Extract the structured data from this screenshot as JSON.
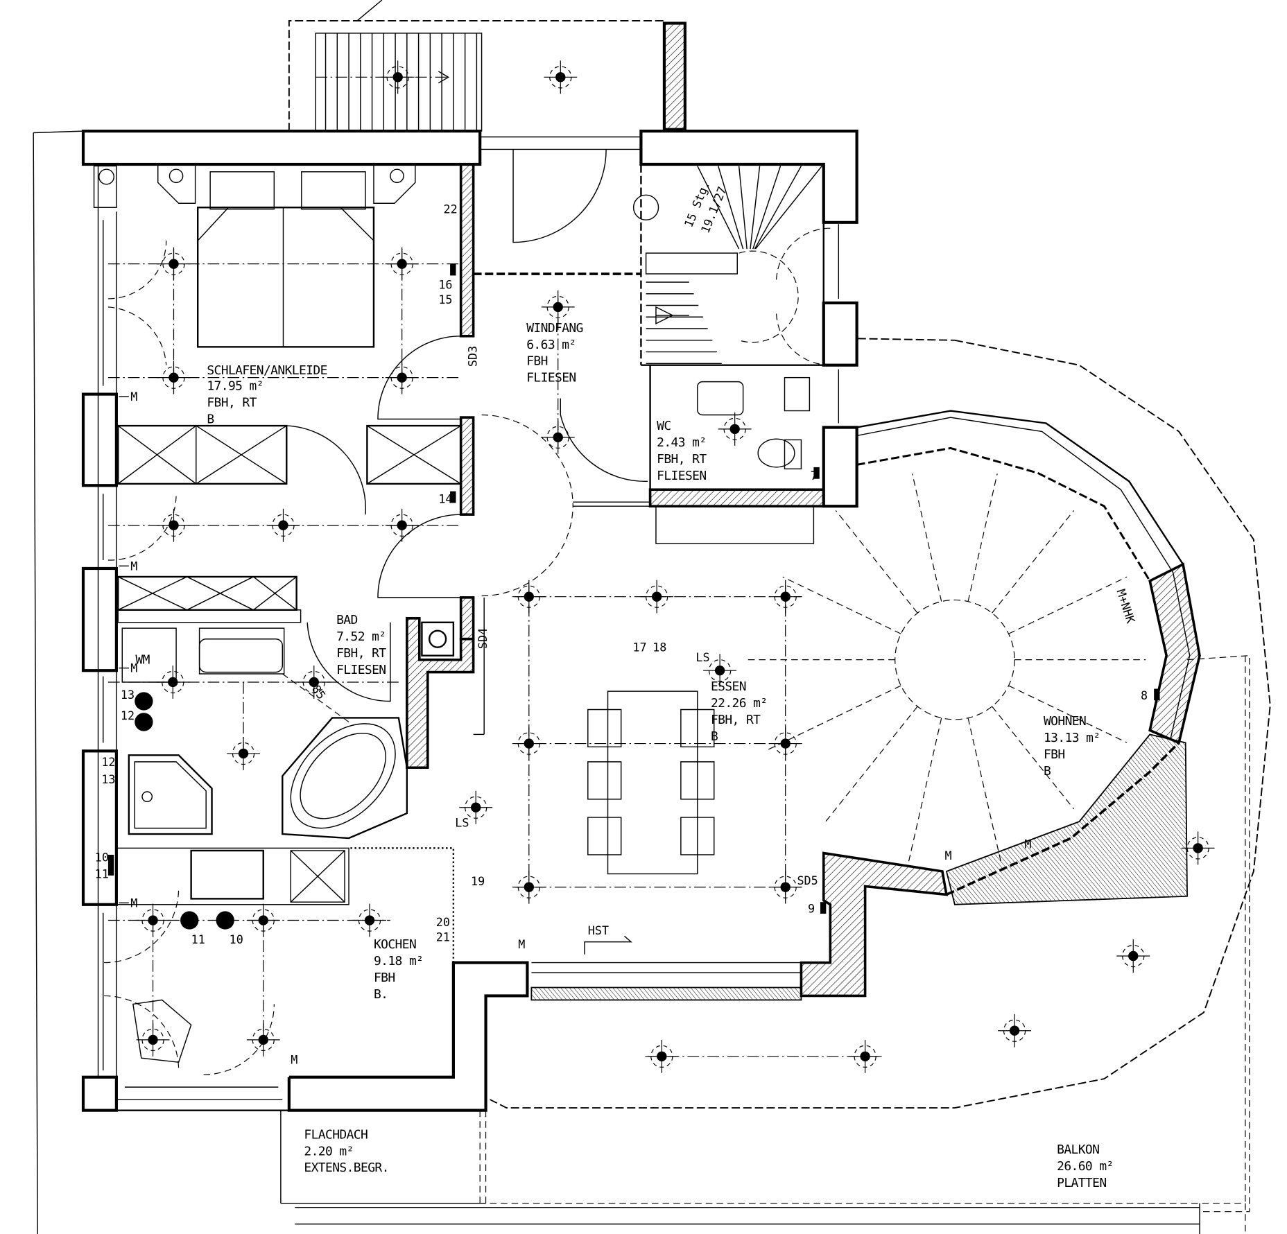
{
  "rooms": {
    "schlafen": {
      "name": "SCHLAFEN/ANKLEIDE",
      "area": "17.95 m²",
      "heating": "FBH, RT",
      "floor": "B"
    },
    "windfang": {
      "name": "WINDFANG",
      "area": "6.63 m²",
      "heating": "FBH",
      "floor": "FLIESEN"
    },
    "wc": {
      "name": "WC",
      "area": "2.43 m²",
      "heating": "FBH, RT",
      "floor": "FLIESEN"
    },
    "bad": {
      "name": "BAD",
      "area": "7.52 m²",
      "heating": "FBH, RT",
      "floor": "FLIESEN"
    },
    "essen": {
      "name": "ESSEN",
      "area": "22.26 m²",
      "heating": "FBH, RT",
      "floor": "B"
    },
    "wohnen": {
      "name": "WOHNEN",
      "area": "13.13 m²",
      "heating": "FBH",
      "floor": "B"
    },
    "kochen": {
      "name": "KOCHEN",
      "area": "9.18 m²",
      "heating": "FBH",
      "floor": "B."
    },
    "flachdach": {
      "name": "FLACHDACH",
      "area": "2.20 m²",
      "floor": "EXTENS.BEGR."
    },
    "balkon": {
      "name": "BALKON",
      "area": "26.60 m²",
      "floor": "PLATTEN"
    }
  },
  "annotations": {
    "sd3": "SD3",
    "sd4": "SD4",
    "sd5": "SD5",
    "ls": "LS",
    "hst": "HST",
    "m": "M",
    "wm": "WM",
    "mnhk": "M+NHK",
    "stair_steps": "15 Stg.",
    "stair_ratio": "19.1/27",
    "dim_85": "85",
    "n22": "22",
    "n16": "16",
    "n15": "15",
    "n14": "14",
    "n13": "13",
    "n12": "12",
    "n10": "10",
    "n11": "11",
    "n7": "7",
    "n8": "8",
    "n9": "9",
    "n17": "17",
    "n18": "18",
    "n19": "19",
    "n20": "20",
    "n21": "21"
  }
}
